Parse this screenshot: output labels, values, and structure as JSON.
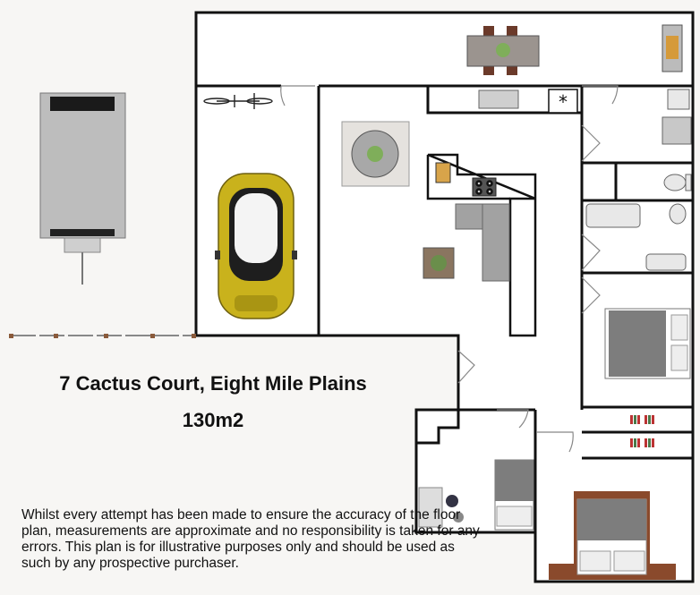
{
  "title": "7 Cactus Court, Eight Mile Plains",
  "area": "130m2",
  "disclaimer": "Whilst every attempt has been made to ensure the accuracy of the floor plan, measurements are approximate and no responsibility is taken for any errors. This plan is for illustrative purposes only and should be used as such by any prospective purchaser.",
  "colors": {
    "background": "#f7f6f4",
    "floor": "#ffffff",
    "wall": "#111111",
    "car": "#c9b21c",
    "bed_frame": "#8a4a2c",
    "bed_cover": "#7d7d7d",
    "sofa": "#9a9a9a"
  }
}
